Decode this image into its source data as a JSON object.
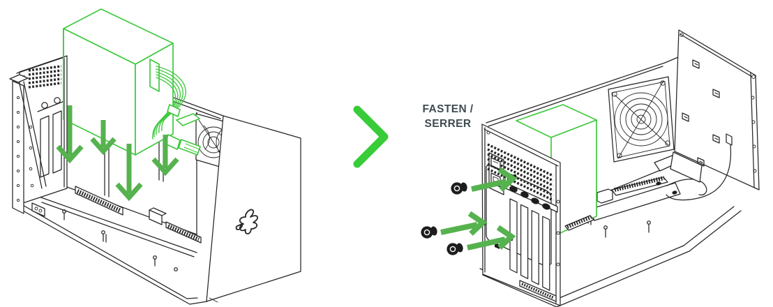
{
  "colors": {
    "background": "#ffffff",
    "line": "#262626",
    "psu_green": "#3fc93f",
    "arrow_green": "#56b24e",
    "chevron_green": "#38cc38",
    "label": "#3f4b52",
    "screw": "#1d1d1d"
  },
  "step1": {
    "illustration": "psu-lowered-into-open-enclosure",
    "insert_arrow_count": 4,
    "icons": [
      "psu-outline",
      "psu-cables",
      "chassis-open-frame",
      "cooling-fan",
      "razer-logo",
      "down-arrow"
    ]
  },
  "separator": {
    "icon": "next-step-chevron"
  },
  "step2": {
    "label_line1": "FASTEN /",
    "label_line2": "SERRER",
    "thumbscrew_count": 3,
    "fasten_arrow_count": 3,
    "icons": [
      "chassis-rear-panel",
      "pci-slot-covers",
      "installed-psu-outline",
      "cooling-fan",
      "side-panel-open",
      "thumbscrew",
      "fasten-arrow"
    ]
  }
}
